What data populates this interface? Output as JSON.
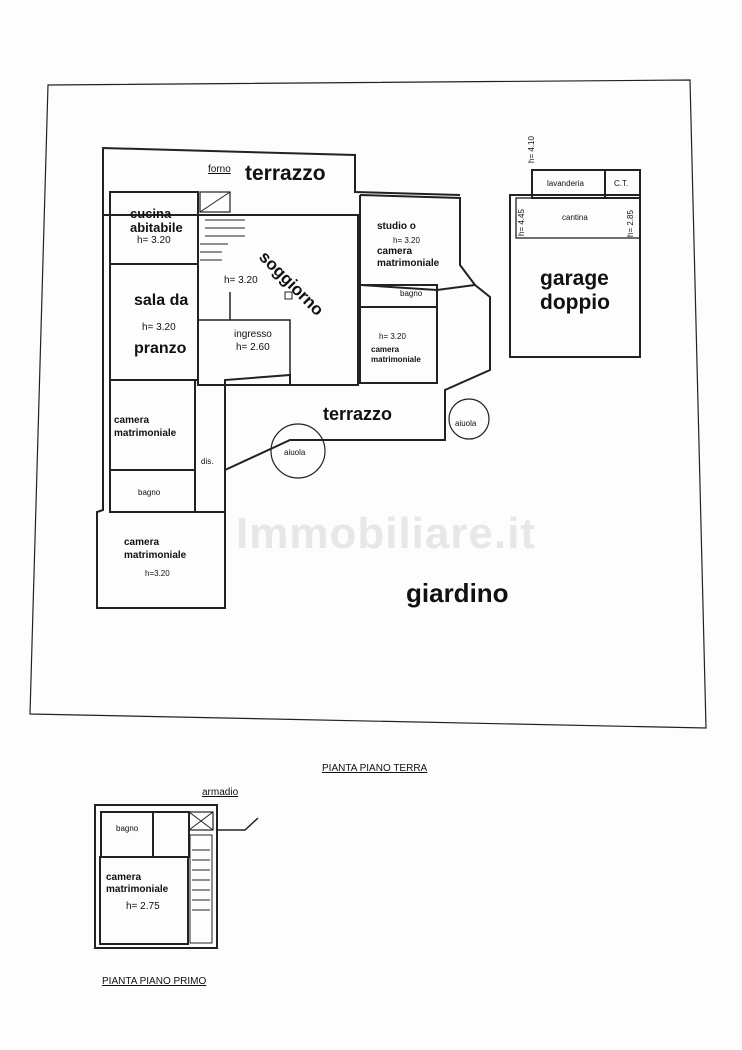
{
  "ground_floor": {
    "title": "PIANTA PIANO TERRA",
    "rooms": {
      "terrazzo_top": "terrazzo",
      "forno": "forno",
      "cucina": "cucina",
      "cucina2": "abitabile",
      "cucina_h": "h= 3.20",
      "sala": "sala da",
      "sala_h": "h= 3.20",
      "sala2": "pranzo",
      "soggiorno": "soggiorno",
      "soggiorno_h": "h= 3.20",
      "studio": "studio o",
      "studio_h": "h= 3.20",
      "studio2": "camera",
      "studio3": "matrimoniale",
      "bagno_r": "bagno",
      "camera_r_h": "h= 3.20",
      "camera_r": "camera",
      "camera_r2": "matrimoniale",
      "ingresso": "ingresso",
      "ingresso_h": "h= 2.60",
      "camera_l": "camera",
      "camera_l2": "matrimoniale",
      "dis": "dis.",
      "bagno_l": "bagno",
      "camera_b": "camera",
      "camera_b2": "matrimoniale",
      "camera_b_h": "h=3.20",
      "terrazzo_mid": "terrazzo",
      "aiuola1": "aiuola",
      "aiuola2": "aiuola",
      "giardino": "giardino",
      "garage": "garage",
      "garage2": "doppio",
      "lavanderia": "lavanderia",
      "ct": "C.T.",
      "cantina": "cantina",
      "h_410": "h= 4.10",
      "h_445": "h= 4.45",
      "h_285": "h= 2.85"
    }
  },
  "first_floor": {
    "title": "PIANTA PIANO PRIMO",
    "rooms": {
      "armadio": "armadio",
      "bagno": "bagno",
      "camera": "camera",
      "camera2": "matrimoniale",
      "camera_h": "h= 2.75"
    }
  },
  "watermark": "Immobiliare.it"
}
